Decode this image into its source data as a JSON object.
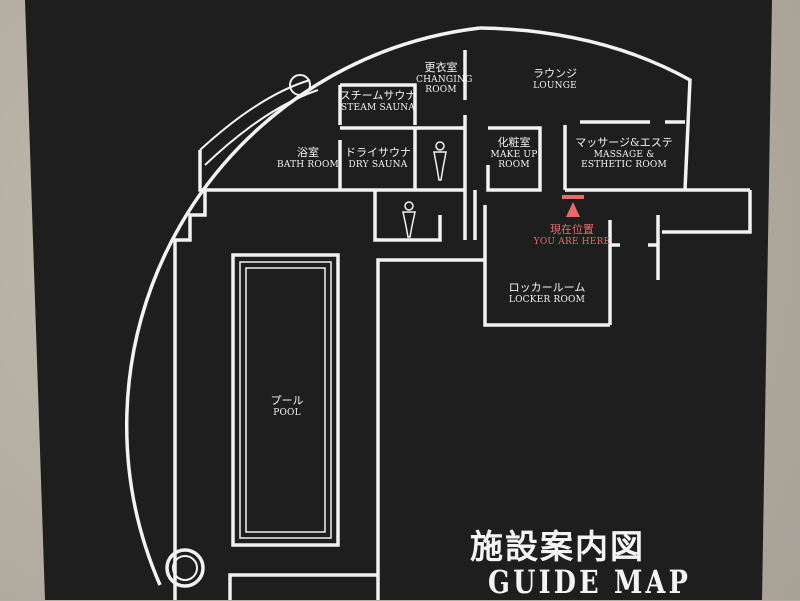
{
  "rooms": {
    "steam_sauna": {
      "jp": "スチームサウナ",
      "en": "STEAM SAUNA"
    },
    "changing_room": {
      "jp": "更衣室",
      "en": "CHANGING ROOM"
    },
    "lounge": {
      "jp": "ラウンジ",
      "en": "LOUNGE"
    },
    "bath_room": {
      "jp": "浴室",
      "en": "BATH ROOM"
    },
    "dry_sauna": {
      "jp": "ドライサウナ",
      "en": "DRY SAUNA"
    },
    "make_up_room": {
      "jp": "化粧室",
      "en1": "MAKE UP",
      "en2": "ROOM"
    },
    "massage": {
      "jp": "マッサージ&エステ",
      "en1": "MASSAGE &",
      "en2": "ESTHETIC ROOM"
    },
    "locker_room": {
      "jp": "ロッカールーム",
      "en": "LOCKER ROOM"
    },
    "pool": {
      "jp": "プール",
      "en": "POOL"
    }
  },
  "you_are_here": {
    "jp": "現在位置",
    "en": "YOU ARE HERE"
  },
  "title": {
    "jp": "施設案内図",
    "en": "GUIDE MAP"
  },
  "colors": {
    "board": "#1e1e1e",
    "lines": "#f2f2f2",
    "marker": "#e86a6a"
  }
}
